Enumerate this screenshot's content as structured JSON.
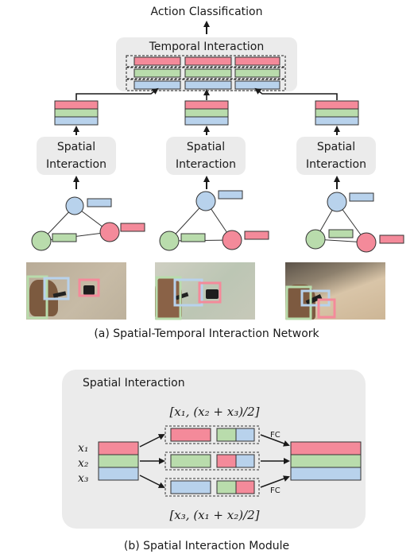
{
  "colors": {
    "red": "#f48a9a",
    "green": "#b9dcac",
    "blue": "#b8d2ec",
    "panel": "#ebebeb"
  },
  "top": {
    "output_label": "Action Classification",
    "temporal_label": "Temporal Interaction"
  },
  "columns": [
    {
      "spatial_line1": "Spatial",
      "spatial_line2": "Interaction"
    },
    {
      "spatial_line1": "Spatial",
      "spatial_line2": "Interaction"
    },
    {
      "spatial_line1": "Spatial",
      "spatial_line2": "Interaction"
    }
  ],
  "caption_a": "(a) Spatial-Temporal Interaction Network",
  "module": {
    "title": "Spatial Interaction",
    "formula_top": "[x₁, (x₂ + x₃)/2]",
    "formula_bottom": "[x₃, (x₁ + x₂)/2]",
    "inputs": [
      "x₁",
      "x₂",
      "x₃"
    ],
    "fc_label_top": "FC",
    "fc_label_bottom": "FC"
  },
  "caption_b": "(b) Spatial Interaction Module"
}
